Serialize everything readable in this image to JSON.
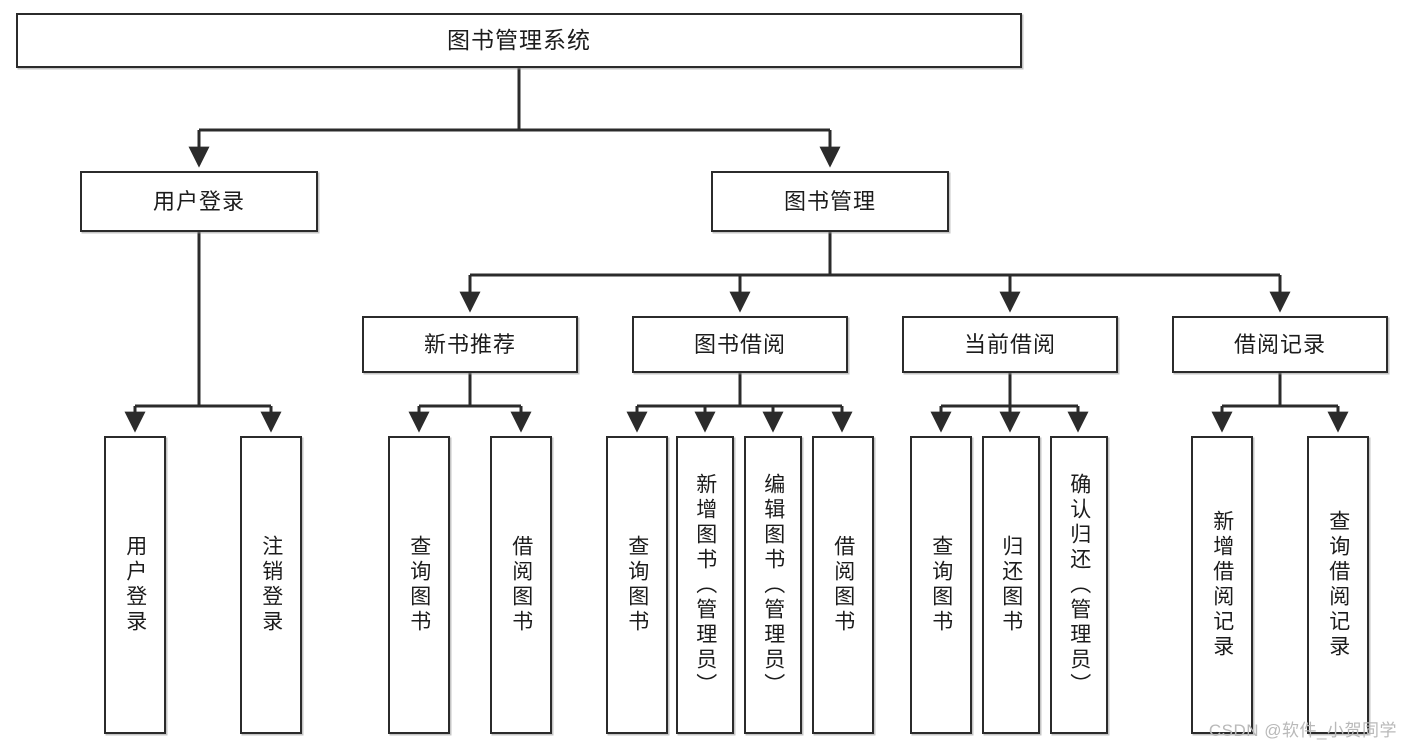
{
  "diagram": {
    "title": "图书管理系统",
    "type": "tree",
    "watermark": "CSDN @软件_小贺同学",
    "colors": {
      "stroke": "#2b2b2b",
      "fill": "#ffffff",
      "text": "#1c1c1c",
      "watermark": "#b9b9b9"
    },
    "levels": {
      "root": {
        "label": "图书管理系统"
      },
      "level2": [
        {
          "label": "用户登录"
        },
        {
          "label": "图书管理"
        }
      ],
      "level3": [
        {
          "label": "新书推荐"
        },
        {
          "label": "图书借阅"
        },
        {
          "label": "当前借阅"
        },
        {
          "label": "借阅记录"
        }
      ],
      "level4": [
        {
          "label": "用户登录",
          "parent": "用户登录"
        },
        {
          "label": "注销登录",
          "parent": "用户登录"
        },
        {
          "label": "查询图书",
          "parent": "新书推荐"
        },
        {
          "label": "借阅图书",
          "parent": "新书推荐"
        },
        {
          "label": "查询图书",
          "parent": "图书借阅"
        },
        {
          "label": "新增图书（管理员）",
          "parent": "图书借阅"
        },
        {
          "label": "编辑图书（管理员）",
          "parent": "图书借阅"
        },
        {
          "label": "借阅图书",
          "parent": "图书借阅"
        },
        {
          "label": "查询图书",
          "parent": "当前借阅"
        },
        {
          "label": "归还图书",
          "parent": "当前借阅"
        },
        {
          "label": "确认归还（管理员）",
          "parent": "当前借阅"
        },
        {
          "label": "新增借阅记录",
          "parent": "借阅记录"
        },
        {
          "label": "查询借阅记录",
          "parent": "借阅记录"
        }
      ]
    }
  }
}
